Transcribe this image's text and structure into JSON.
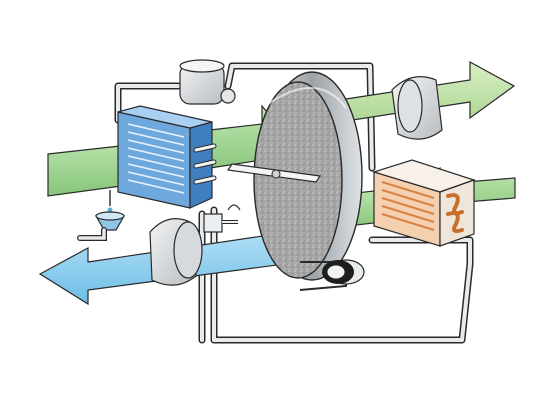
{
  "diagram": {
    "kind": "desiccant-wheel-dehumidifier",
    "labels": [],
    "colors": {
      "background": "#ffffff",
      "process_air": "#a8d99a",
      "process_air_dark": "#74b86a",
      "dry_air": "#c6e3a9",
      "exhaust_air": "#8fcdef",
      "exhaust_air_dark": "#5aaed9",
      "evaporator": "#6fa8dd",
      "evaporator_dark": "#3f7fbf",
      "wheel_face": "#9a9a9a",
      "wheel_rim": "#c9ced3",
      "condenser_fin": "#e7a25f",
      "pipe": "#d9dde0",
      "outline": "#1e1e1e"
    },
    "components": [
      {
        "id": "compressor",
        "icon": "compressor-icon"
      },
      {
        "id": "evaporator-coil",
        "icon": "coil-icon"
      },
      {
        "id": "desiccant-wheel",
        "icon": "wheel-icon"
      },
      {
        "id": "drive-motor",
        "icon": "motor-icon"
      },
      {
        "id": "condenser-coil",
        "icon": "coil-icon"
      },
      {
        "id": "process-fan",
        "icon": "fan-icon"
      },
      {
        "id": "exhaust-fan",
        "icon": "fan-icon"
      },
      {
        "id": "drain-funnel",
        "icon": "funnel-icon"
      },
      {
        "id": "expansion-valve",
        "icon": "valve-icon"
      }
    ]
  }
}
